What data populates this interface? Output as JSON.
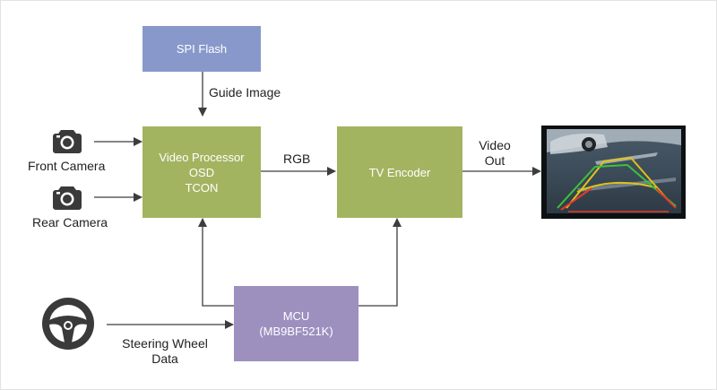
{
  "colors": {
    "green_block": "#a3b460",
    "blue_block": "#8898cb",
    "purple_block": "#9d90bf",
    "line": "#3d3d3d",
    "icon": "#3a3a3a"
  },
  "blocks": {
    "spi_flash": {
      "label": "SPI Flash"
    },
    "video_processor": {
      "lines": [
        "Video Processor",
        "OSD",
        "TCON"
      ]
    },
    "tv_encoder": {
      "label": "TV Encoder"
    },
    "mcu": {
      "lines": [
        "MCU",
        "(MB9BF521K)"
      ]
    }
  },
  "inputs": {
    "front_camera": {
      "label": "Front Camera",
      "icon": "camera-icon"
    },
    "rear_camera": {
      "label": "Rear Camera",
      "icon": "camera-icon"
    },
    "steering_wheel": {
      "lines": [
        "Steering Wheel",
        "Data"
      ],
      "icon": "steering-wheel-icon"
    }
  },
  "connections": {
    "guide_image": "Guide Image",
    "rgb": "RGB",
    "video_out": [
      "Video",
      "Out"
    ]
  },
  "output_image": {
    "description_icon": "rear-camera-display-image"
  }
}
